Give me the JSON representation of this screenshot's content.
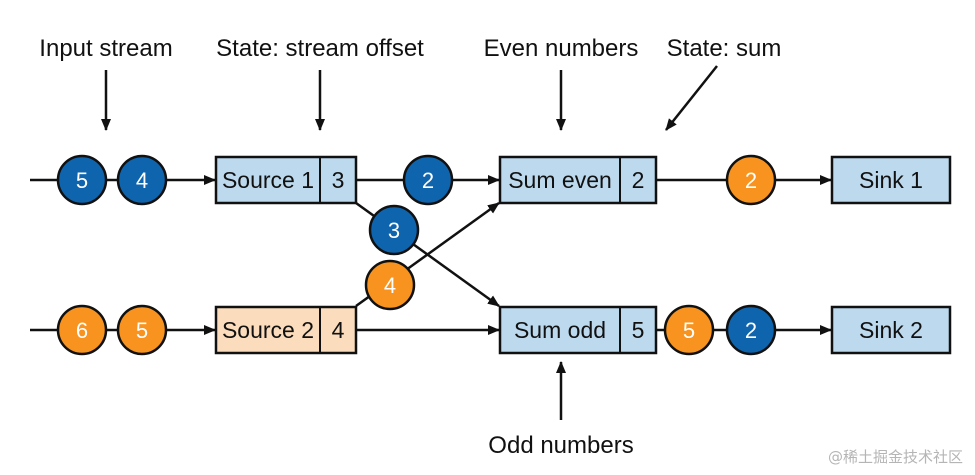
{
  "colors": {
    "blue_token": "#0f64ae",
    "orange_token": "#f7931e",
    "blue_box": "#bcd9ee",
    "orange_box": "#fbdcbc",
    "stroke": "#111111"
  },
  "labels": {
    "input_stream": "Input stream",
    "state_offset": "State: stream offset",
    "even_numbers": "Even numbers",
    "state_sum": "State: sum",
    "odd_numbers": "Odd numbers"
  },
  "boxes": {
    "source1": {
      "name": "Source 1",
      "state": "3"
    },
    "source2": {
      "name": "Source 2",
      "state": "4"
    },
    "sum_even": {
      "name": "Sum even",
      "state": "2"
    },
    "sum_odd": {
      "name": "Sum odd",
      "state": "5"
    },
    "sink1": {
      "name": "Sink 1"
    },
    "sink2": {
      "name": "Sink 2"
    }
  },
  "tokens": {
    "in1_a": "5",
    "in1_b": "4",
    "in2_a": "6",
    "in2_b": "5",
    "s1_to_even": "2",
    "s1_to_odd": "3",
    "s2_to_even": "4",
    "even_to_sink1": "2",
    "odd_to_sink2_a": "5",
    "odd_to_sink2_b": "2"
  },
  "watermark": "@稀土掘金技术社区"
}
